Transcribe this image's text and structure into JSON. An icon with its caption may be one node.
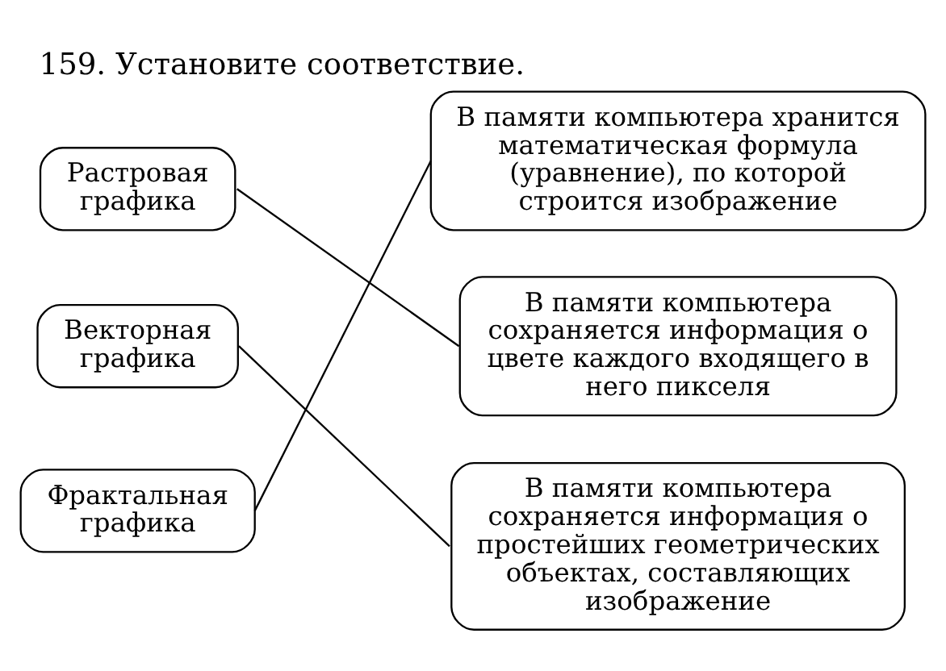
{
  "diagram": {
    "title": "159. Установите соответствие.",
    "nodes": [
      {
        "text": [
          "Растровая графика"
        ]
      },
      {
        "text": [
          "Векторная графика"
        ]
      },
      {
        "text": [
          "Фрактальная графика"
        ]
      },
      {
        "text": [
          "В памяти компьютера хранится математическая формула (уравнение), по которой строится изображение"
        ]
      },
      {
        "text": [
          "В памяти компьютера сохраняется информация о цвете каждого входящего в него пикселя"
        ]
      },
      {
        "text": [
          "В памяти компьютера сохраняется информация о простейших геометрических объектах, составляющих изображение"
        ]
      }
    ],
    "edges": [
      {
        "from": 0,
        "to": 4,
        "arrow": "none"
      },
      {
        "from": 1,
        "to": 5,
        "arrow": "none"
      },
      {
        "from": 2,
        "to": 3,
        "arrow": "none"
      }
    ]
  }
}
